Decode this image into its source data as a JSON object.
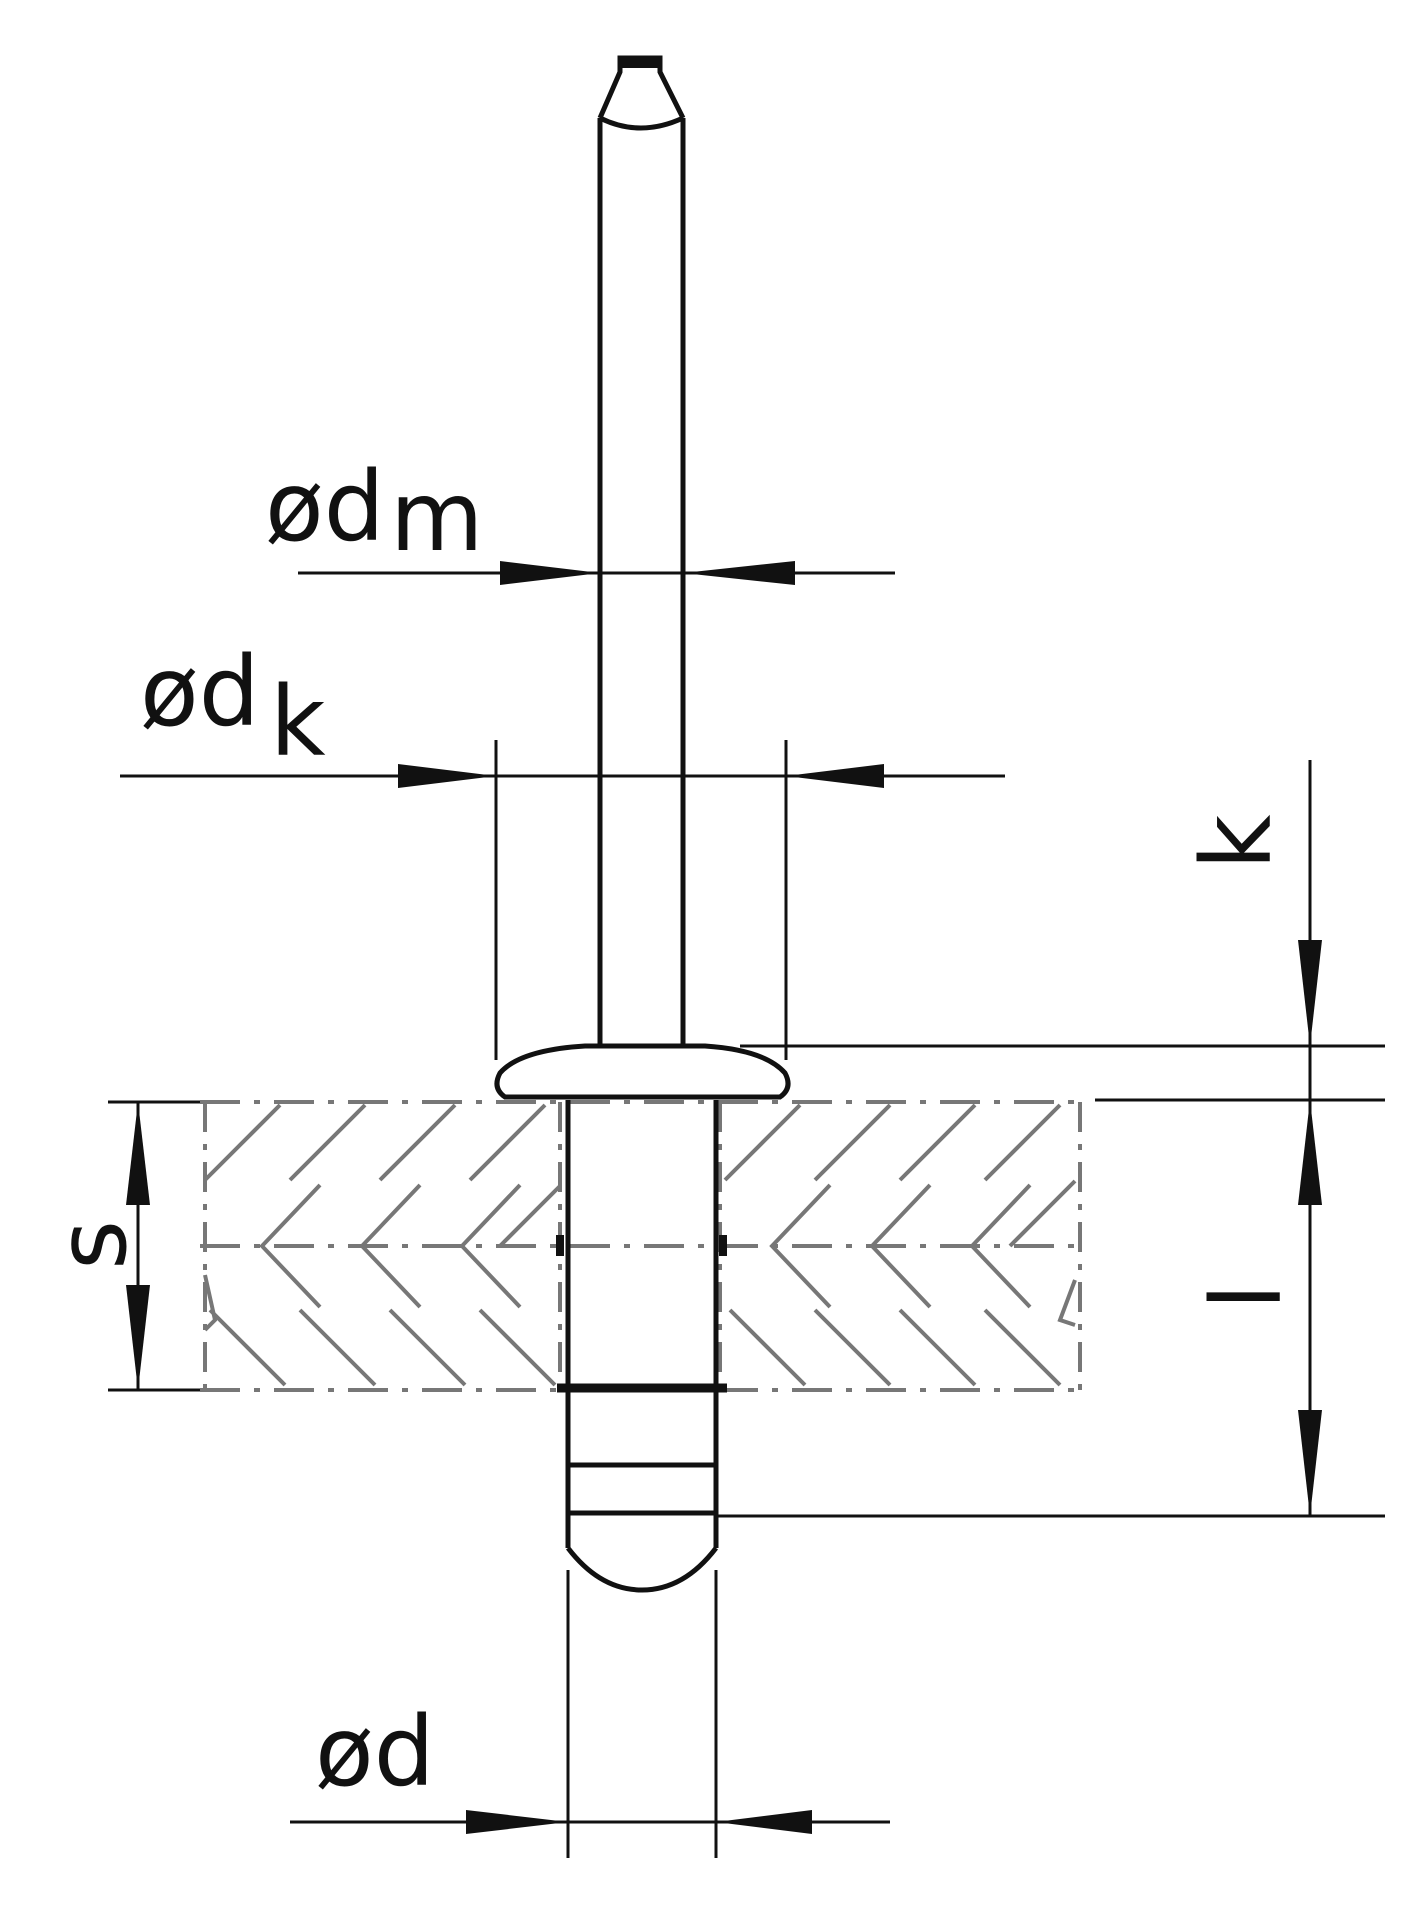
{
  "diagram": {
    "labels": {
      "mandrel_diameter": {
        "symbol": "ød",
        "subscript": "m"
      },
      "head_diameter": {
        "symbol": "ød",
        "subscript": "k"
      },
      "head_height": "k",
      "grip_range": "s",
      "rivet_length": "l",
      "body_diameter": "ød"
    },
    "colors": {
      "line": "#111111",
      "hidden_line": "#777777",
      "background": "#ffffff"
    }
  }
}
